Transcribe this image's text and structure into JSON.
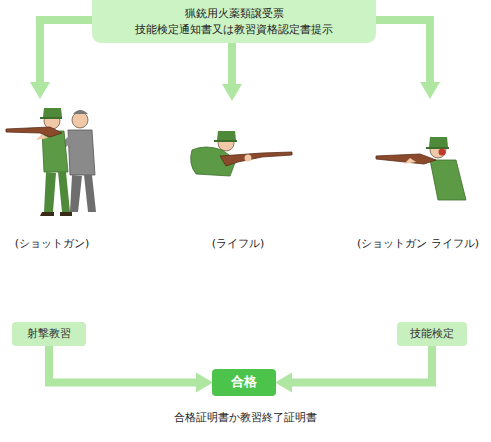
{
  "diagram": {
    "nodes": [
      {
        "text": [
          "猟銃用火薬類譲受票",
          "技能検定通知書又は教習資格認定書提示"
        ]
      },
      {
        "text": [
          "射撃教習"
        ]
      },
      {
        "text": [
          "技能検定"
        ]
      },
      {
        "text": [
          "合格"
        ]
      }
    ],
    "edges": [
      {
        "from": 1,
        "to": 3,
        "arrow": "to"
      },
      {
        "from": 2,
        "to": 3,
        "arrow": "to"
      }
    ],
    "labels": [
      "(ショットガン)",
      "(ライフル)",
      "(ショットガン ライフル)",
      "合格証明書か教習終了証明書"
    ]
  }
}
